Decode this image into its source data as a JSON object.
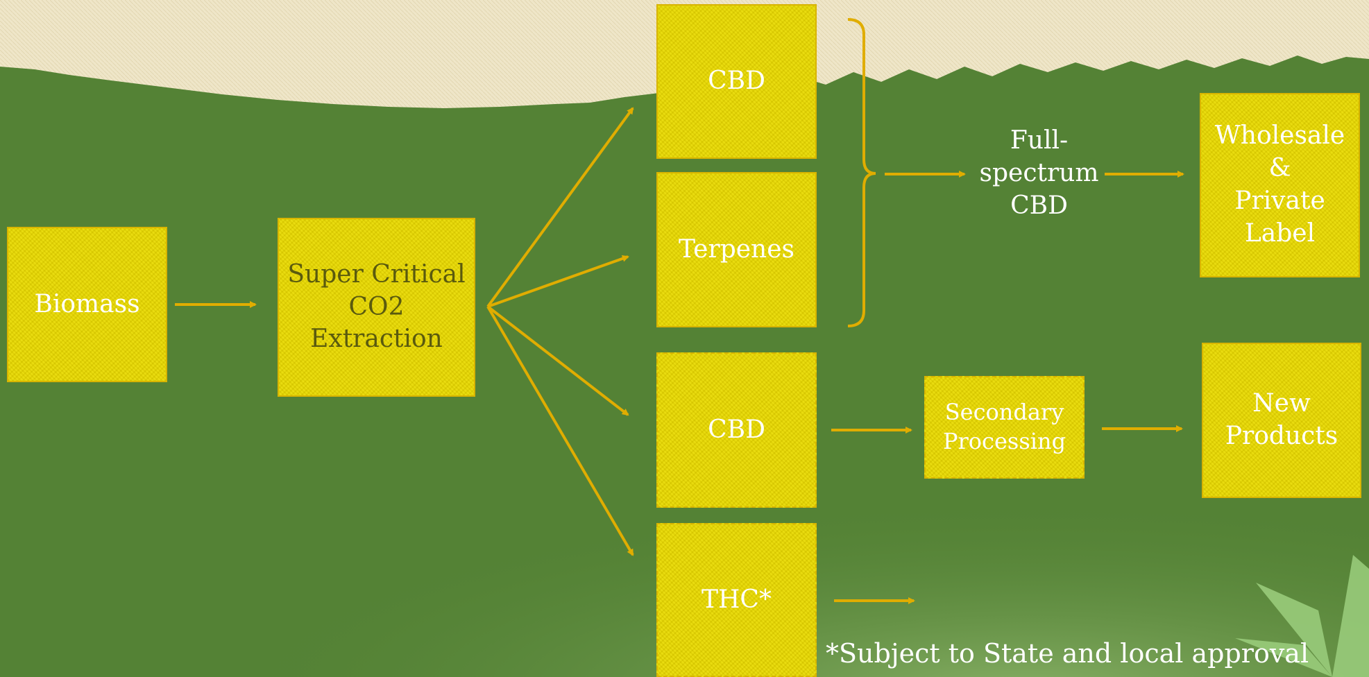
{
  "nodes": {
    "biomass": "Biomass",
    "extraction": "Super Critical\nCO2\nExtraction",
    "cbd_top": "CBD",
    "terpenes": "Terpenes",
    "full_spectrum": "Full-\nspectrum\nCBD",
    "wholesale": "Wholesale\n&\nPrivate\nLabel",
    "cbd_bottom": "CBD",
    "secondary": "Secondary\nProcessing",
    "new_products": "New\nProducts",
    "thc": "THC*"
  },
  "footnote": "*Subject to State and local approval",
  "colors": {
    "background_green": "#548235",
    "parchment": "#efe6c8",
    "box_yellow": "#e6d600",
    "arrow_gold": "#e0ad00"
  }
}
